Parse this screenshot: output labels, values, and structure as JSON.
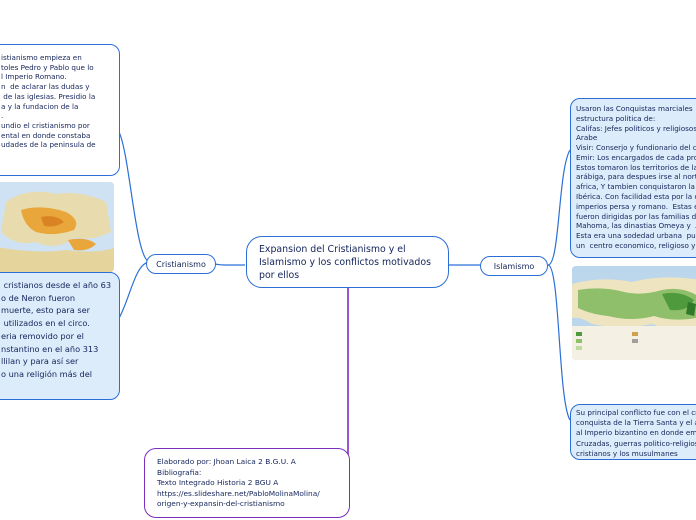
{
  "central": {
    "line1": "Expansion del Cristianismo y el",
    "line2": "Islamismo y los conflictos motivados",
    "line3": "por ellos"
  },
  "cristianismo": {
    "label": "Cristianismo",
    "note1": [
      "istianismo empieza en",
      "toles Pedro y Pablo que lo",
      "l Imperio Romano.",
      "n  de aclarar las dudas y",
      " de las iglesias. Presidio la",
      "a y la fundacion de la",
      ".",
      "undio el cristianismo por",
      "ental en donde constaba",
      "udades de la peninsula de"
    ],
    "note2": [
      " cristianos desde el año 63",
      "o de Neron fueron",
      "muerte, esto para ser",
      " utilizados en el circo.",
      "eria removido por el",
      "nstantino en el año 313",
      "llilan y para así ser",
      "o una religión más del"
    ]
  },
  "islamismo": {
    "label": "Islamismo",
    "note1": [
      "Usaron las Conquistas marciales  y",
      "estructura politica de:",
      "Califas: Jefes politicos y religiosos d",
      "Arabe",
      "Visir: Conserjo y fundionario del ca",
      "Emir: Los encargados de cada prov",
      "Estos tomaron los territorios de la",
      "arábiga, para despues irse al norte",
      "africa, Y tambien conquistaron la p",
      "Ibérica. Con facilidad esta por la de",
      "imperios persa y romano.  Estas ex",
      "fueron dirigidas por las familias di",
      "Mahoma, las dinastias Omeya y  A",
      "Esta era una sodedad urbana  pue",
      "un  centro economico, religioso y c"
    ],
    "note2": [
      "Su principal conflicto fue con el cri",
      "conquista de la Tierra Santa y el an",
      "al Imperio bizantino en donde emp",
      "Cruzadas, guerras politico-religios",
      "cristianos y los musulmanes"
    ]
  },
  "credits": {
    "lines": [
      "Elaborado por: Jhoan Laica 2 B.G.U. A",
      "Bibliografia:",
      "Texto Integrado Historia 2 BGU A",
      "https://es.slideshare.net/PabloMolinaMolina/",
      "origen-y-expansin-del-cristianismo"
    ]
  },
  "colors": {
    "branch": "#2b6fd6",
    "credits_branch": "#7b2fbf",
    "note_fill": "#dcecfb"
  }
}
